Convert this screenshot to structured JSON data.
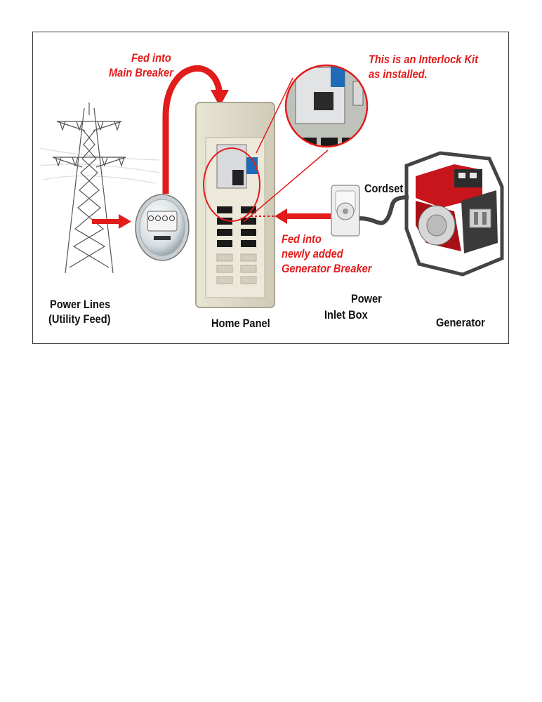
{
  "labels": {
    "fed_main_1": "Fed into",
    "fed_main_2": "Main Breaker",
    "interlock_1": "This is an Interlock Kit",
    "interlock_2": "as installed.",
    "cordset": "Cordset",
    "fed_gen_1": "Fed into",
    "fed_gen_2": "newly added",
    "fed_gen_3": "Generator Breaker",
    "power_lines_1": "Power Lines",
    "power_lines_2": "(Utility Feed)",
    "home_panel": "Home Panel",
    "inlet_1": "Power",
    "inlet_2": "Inlet Box",
    "generator": "Generator"
  },
  "colors": {
    "arrow": "#e21b1b",
    "annotation_text": "#e21b1b",
    "generator_body": "#c8141b",
    "panel_body": "#d9d6c4"
  },
  "icons": [
    "transmission-tower-icon",
    "electric-meter-icon",
    "breaker-panel-icon",
    "inlet-box-icon",
    "generator-icon",
    "magnifier-circle"
  ]
}
